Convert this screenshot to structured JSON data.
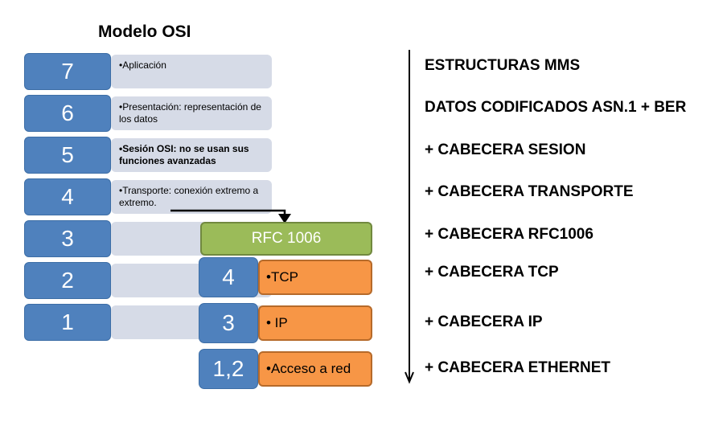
{
  "title": "Modelo OSI",
  "osi_layers": [
    {
      "number": "7",
      "text": "•Aplicación"
    },
    {
      "number": "6",
      "text": "•Presentación: representación de los datos"
    },
    {
      "number": "5",
      "text": "•Sesión OSI: no se usan sus funciones avanzadas"
    },
    {
      "number": "4",
      "text": "•Transporte: conexión extremo a extremo."
    },
    {
      "number": "3",
      "text": ""
    },
    {
      "number": "2",
      "text": ""
    },
    {
      "number": "1",
      "text": ""
    }
  ],
  "rfc_label": "RFC 1006",
  "protocol_stack": [
    {
      "number": "4",
      "text": "•TCP"
    },
    {
      "number": "3",
      "text": "•  IP"
    },
    {
      "number": "1,2",
      "text": "•Acceso a red"
    }
  ],
  "right_labels": [
    "ESTRUCTURAS MMS",
    "DATOS CODIFICADOS ASN.1 + BER",
    "+ CABECERA SESION",
    "+ CABECERA TRANSPORTE",
    "+ CABECERA RFC1006",
    "+ CABECERA TCP",
    "+ CABECERA IP",
    "+ CABECERA ETHERNET"
  ],
  "colors": {
    "layer_number_blue": "#4f81bd",
    "layer_desc_gray": "#d6dbe7",
    "rfc_green": "#9bbb59",
    "protocol_orange": "#f79646"
  }
}
